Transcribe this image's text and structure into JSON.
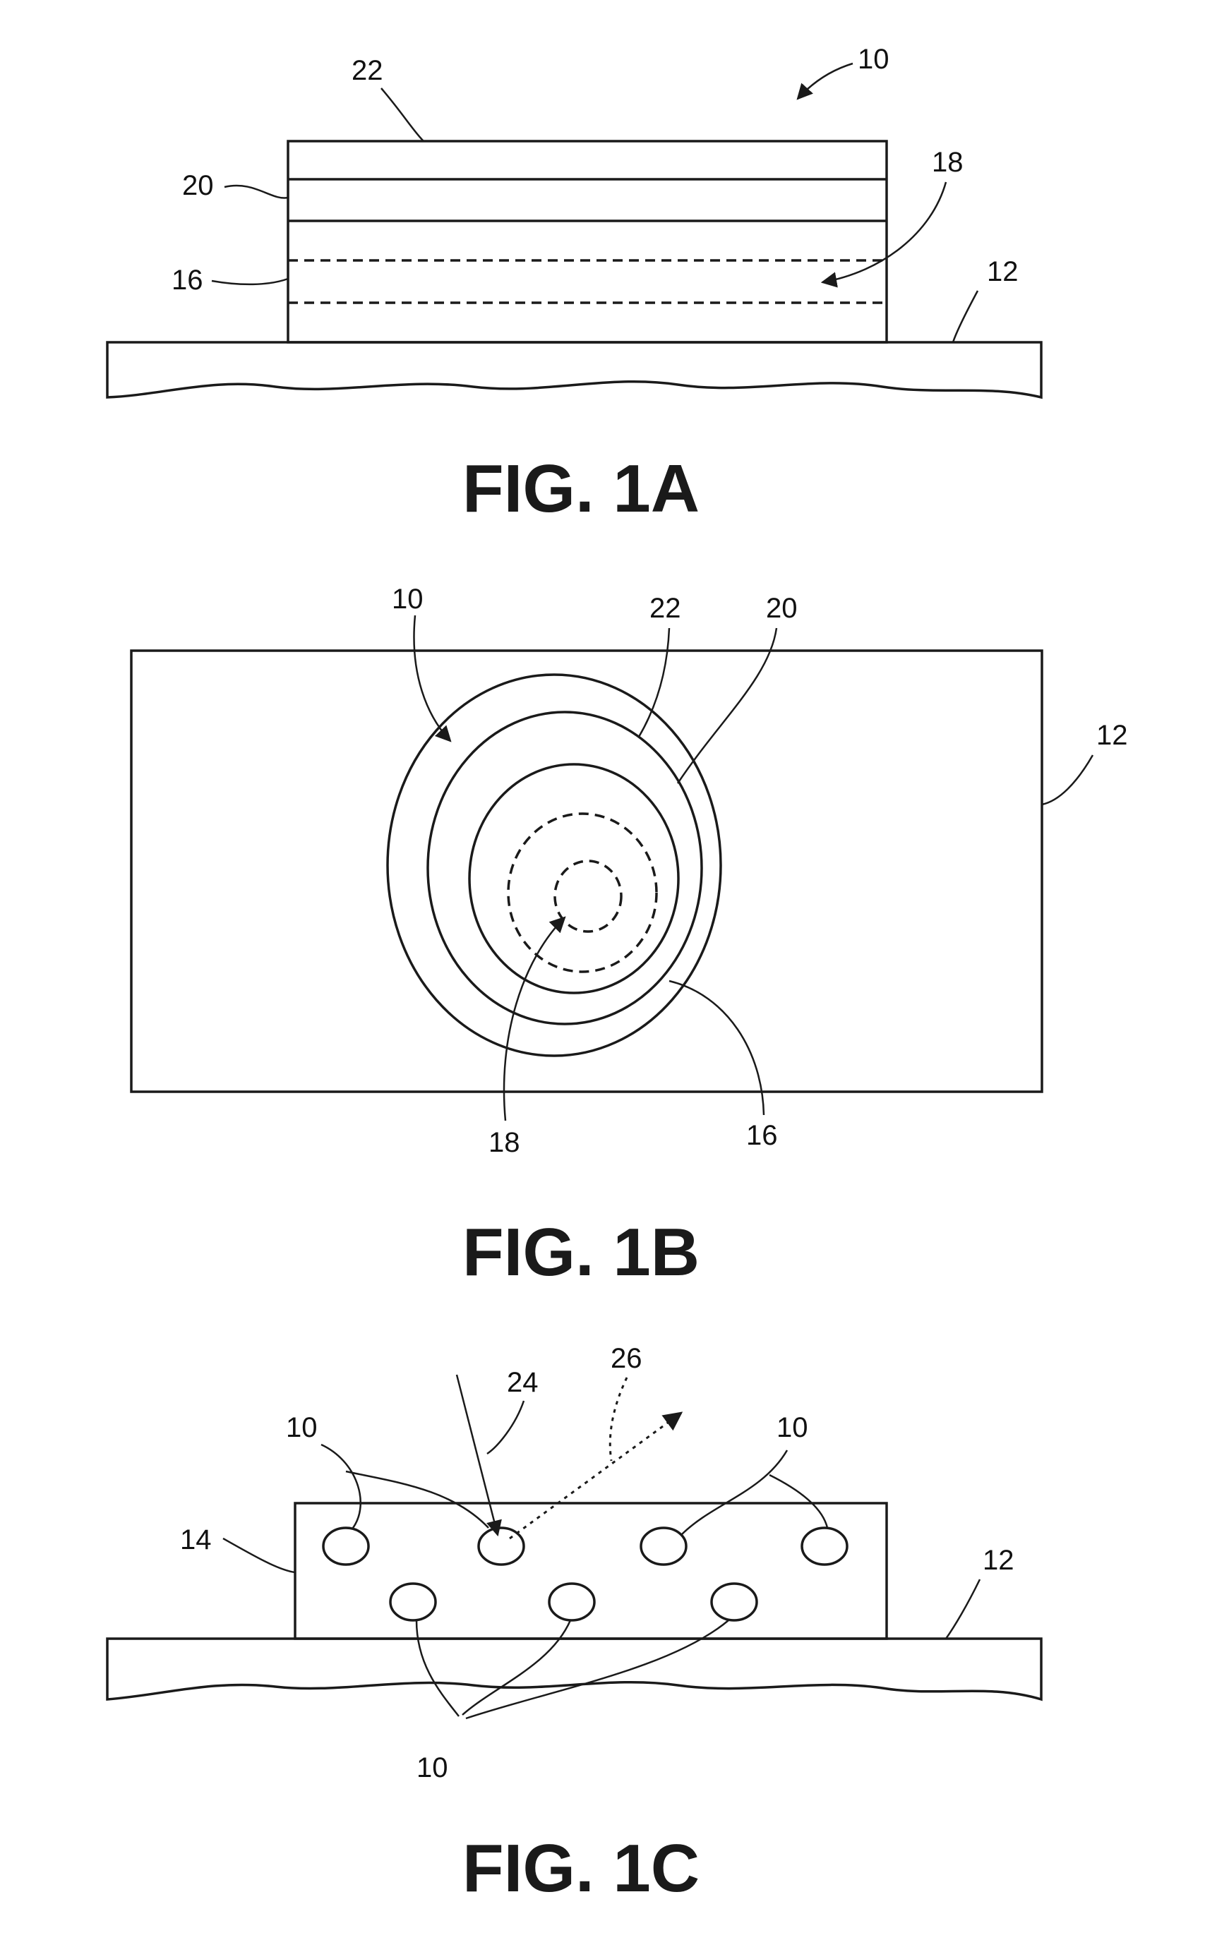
{
  "figures": {
    "fig1a": {
      "caption": "FIG. 1A",
      "labels": {
        "device": "10",
        "top_layer": "22",
        "middle_layer": "20",
        "bottom_layer": "16",
        "center_region": "18",
        "substrate": "12"
      }
    },
    "fig1b": {
      "caption": "FIG. 1B",
      "labels": {
        "device": "10",
        "outer_ring": "22",
        "middle_ring": "20",
        "substrate": "12",
        "center_region": "18",
        "inner_ring": "16"
      }
    },
    "fig1c": {
      "caption": "FIG. 1C",
      "labels": {
        "incident_light": "24",
        "emitted_light": "26",
        "particles_left": "10",
        "particles_right": "10",
        "matrix": "14",
        "substrate": "12",
        "particles_bottom": "10"
      }
    }
  }
}
